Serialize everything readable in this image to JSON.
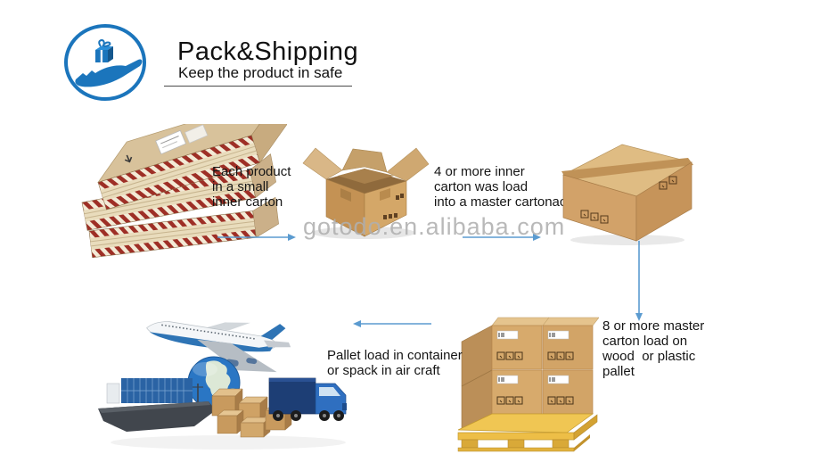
{
  "header": {
    "title": "Pack&Shipping",
    "subtitle": "Keep the product in safe",
    "logo_icon": "gift-on-hand-plane"
  },
  "watermark": "gotodo.en.alibaba.com",
  "steps": [
    {
      "image": "stack-of-inner-cartons",
      "caption": "Each product\nin a small\ninner carton"
    },
    {
      "image": "open-master-carton",
      "caption": "4 or more inner\ncarton was load\ninto a master cartonach"
    },
    {
      "image": "sealed-master-carton",
      "caption": ""
    },
    {
      "image": "pallet-with-master-cartons",
      "caption": "8 or more master\ncarton load on\nwood  or plastic\npallet"
    },
    {
      "image": "logistics-montage",
      "caption": "Pallet load in container\nor spack in air craft"
    }
  ],
  "arrows": [
    {
      "name": "arrow-step1-to-step2",
      "direction": "right"
    },
    {
      "name": "arrow-step2-to-step3",
      "direction": "right"
    },
    {
      "name": "arrow-step3-to-step4",
      "direction": "down"
    },
    {
      "name": "arrow-step4-to-step5",
      "direction": "left"
    }
  ],
  "icons": [
    "gift-on-hand-plane-icon",
    "airplane-icon",
    "globe-icon",
    "cargo-ship-icon",
    "cardboard-boxes-icon",
    "truck-icon"
  ],
  "colors": {
    "accent_blue": "#1b75bc",
    "arrow_blue": "#5b9bd0",
    "cardboard": "#d2a269",
    "pallet_yellow": "#eec14e",
    "watermark_gray": "#b0b0b0"
  }
}
